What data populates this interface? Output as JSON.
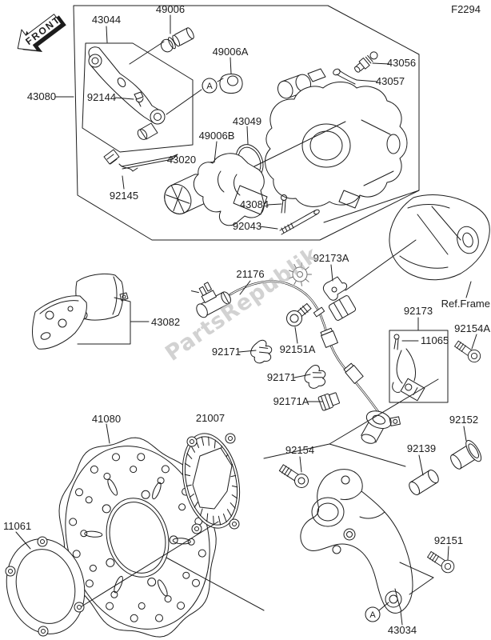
{
  "page": {
    "background": "#ffffff",
    "ink": "#1c1c1c"
  },
  "header": {
    "figure_code": "F2294"
  },
  "orientation": {
    "front_arrow_label": "FRONT"
  },
  "reference": {
    "frame_ref_label": "Ref.Frame"
  },
  "view_marker": {
    "label": "A"
  },
  "watermark": {
    "text": "PartsRepublik",
    "color": "#b7b7b7"
  },
  "labels": {
    "p43044": "43044",
    "p49006": "49006",
    "p49006a": "49006A",
    "p49006b": "49006B",
    "p43080": "43080",
    "p92144": "92144",
    "p43056": "43056",
    "p43057": "43057",
    "p43049": "43049",
    "p43020": "43020",
    "p92145": "92145",
    "p43084": "43084",
    "p92043": "92043",
    "p92173a": "92173A",
    "p21176": "21176",
    "p92151a": "92151A",
    "p92171": "92171",
    "p92171a": "92171A",
    "p43082": "43082",
    "p92173": "92173",
    "p11065": "11065",
    "p92154a": "92154A",
    "p92152": "92152",
    "p92139": "92139",
    "p92154": "92154",
    "p41080": "41080",
    "p21007": "21007",
    "p11061": "11061",
    "p92151": "92151",
    "p43034": "43034"
  }
}
